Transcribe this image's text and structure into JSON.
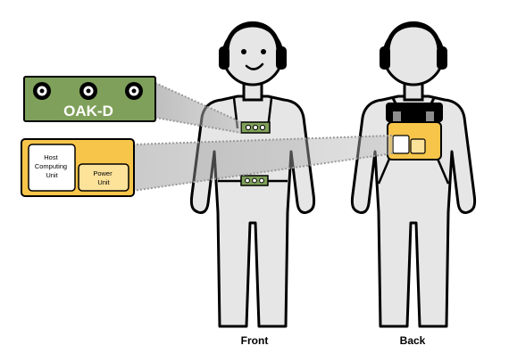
{
  "colors": {
    "outline": "#000000",
    "body_fill": "#e6e6e6",
    "oak_green": "#7fa05a",
    "oak_dark": "#5d7d3d",
    "unit_yellow": "#f7c54a",
    "unit_light": "#fde29a",
    "projection": "#9a9a9a",
    "background": "#ffffff"
  },
  "oak_device": {
    "label": "OAK-D",
    "icon": "camera-lens-icon"
  },
  "compute_box": {
    "host_label": "Host Computing Unit",
    "host_lines": [
      "Host",
      "Computing",
      "Unit"
    ],
    "power_label": "Power Unit",
    "power_lines": [
      "Power",
      "Unit"
    ]
  },
  "figures": {
    "front_label": "Front",
    "back_label": "Back"
  }
}
